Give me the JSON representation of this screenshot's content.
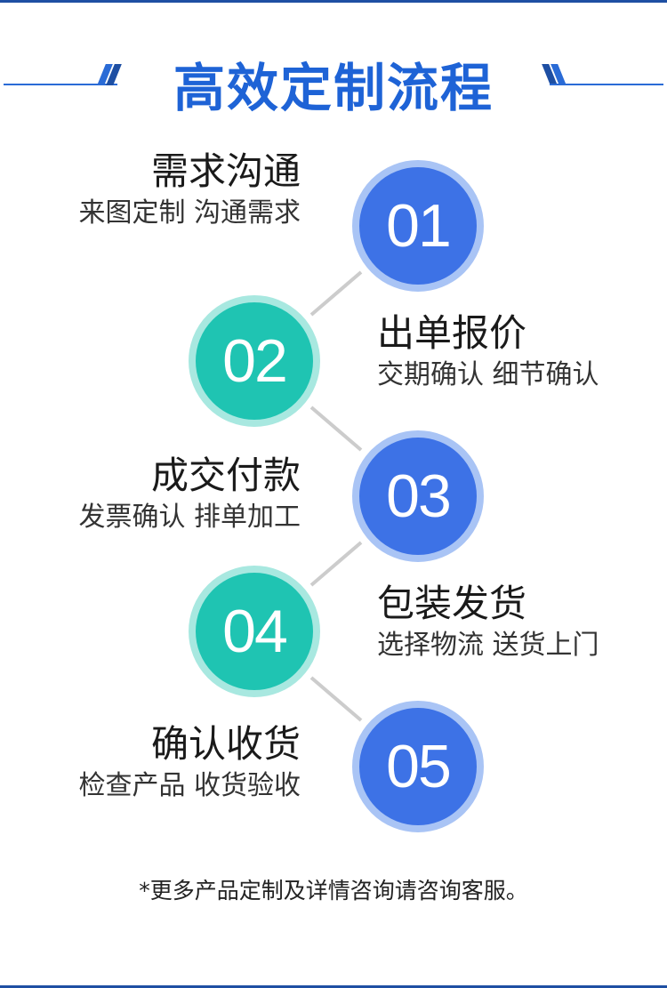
{
  "title": "高效定制流程",
  "steps": [
    {
      "number": "01",
      "title": "需求沟通",
      "desc": "来图定制 沟通需求"
    },
    {
      "number": "02",
      "title": "出单报价",
      "desc": "交期确认 细节确认"
    },
    {
      "number": "03",
      "title": "成交付款",
      "desc": "发票确认 排单加工"
    },
    {
      "number": "04",
      "title": "包装发货",
      "desc": "选择物流 送货上门"
    },
    {
      "number": "05",
      "title": "确认收货",
      "desc": "检查产品 收货验收"
    }
  ],
  "footer": "*更多产品定制及详情咨询请咨询客服。",
  "colors": {
    "title_blue": "#1e63d6",
    "circle_blue": "#3d72e6",
    "circle_blue_ring": "#a9c4f5",
    "circle_teal": "#1fc4b2",
    "circle_teal_ring": "#a8e8e0",
    "connector": "#cccccc"
  }
}
